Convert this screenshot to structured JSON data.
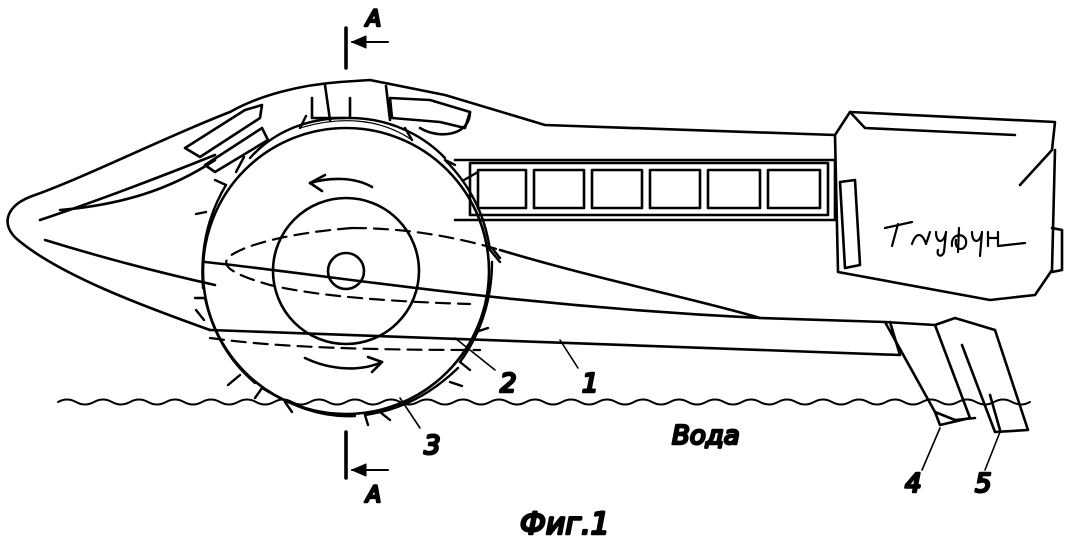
{
  "figure": {
    "caption": "Фиг.1",
    "medium_label": "Вода",
    "brand_logo": "Тайфун",
    "section_marks": {
      "top": "A",
      "bottom": "A"
    },
    "callouts": [
      "1",
      "2",
      "3",
      "4",
      "5"
    ]
  }
}
